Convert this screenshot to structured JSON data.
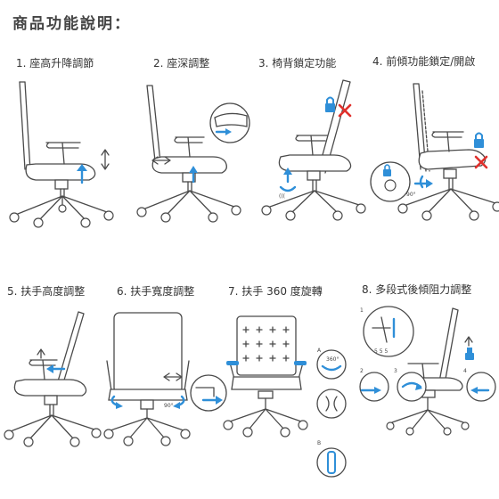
{
  "page_title": "商品功能說明：",
  "functions": [
    {
      "label": "1. 座高升降調節"
    },
    {
      "label": "2. 座深調整"
    },
    {
      "label": "3. 椅背鎖定功能"
    },
    {
      "label": "4. 前傾功能鎖定/開啟"
    },
    {
      "label": "5. 扶手高度調整"
    },
    {
      "label": "6. 扶手寬度調整"
    },
    {
      "label": "7. 扶手 360 度旋轉"
    },
    {
      "label": "8. 多段式後傾阻力調整"
    }
  ],
  "annotations": {
    "angle_90": "90°",
    "angle_360": "360°",
    "step_a": "A",
    "step_b": "B",
    "steps": [
      "1",
      "2",
      "3",
      "4"
    ],
    "scale": "5 5 5"
  },
  "colors": {
    "accent": "#2f8fd8",
    "lock_red": "#e0302c",
    "line": "#4a4a4a"
  }
}
